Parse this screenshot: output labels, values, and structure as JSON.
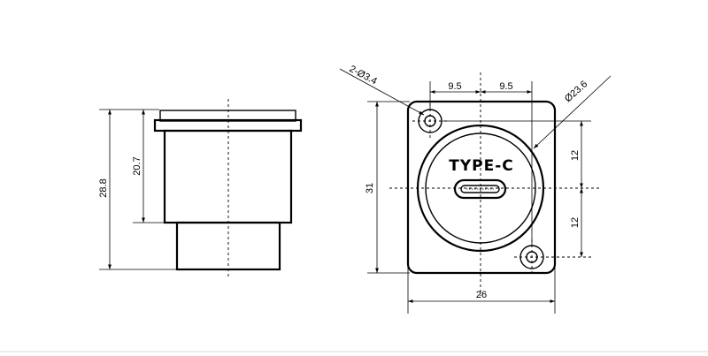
{
  "side_view": {
    "height_overall": "28.8",
    "height_body": "20.7"
  },
  "front_view": {
    "hole_spec": "2-Ø3.4",
    "half_pitch_left": "9.5",
    "half_pitch_right": "9.5",
    "ring_diameter": "Ø23.6",
    "hole_offset_top": "12",
    "hole_offset_bottom": "12",
    "flange_height": "31",
    "flange_width": "26",
    "connector_label": "TYPE-C"
  }
}
